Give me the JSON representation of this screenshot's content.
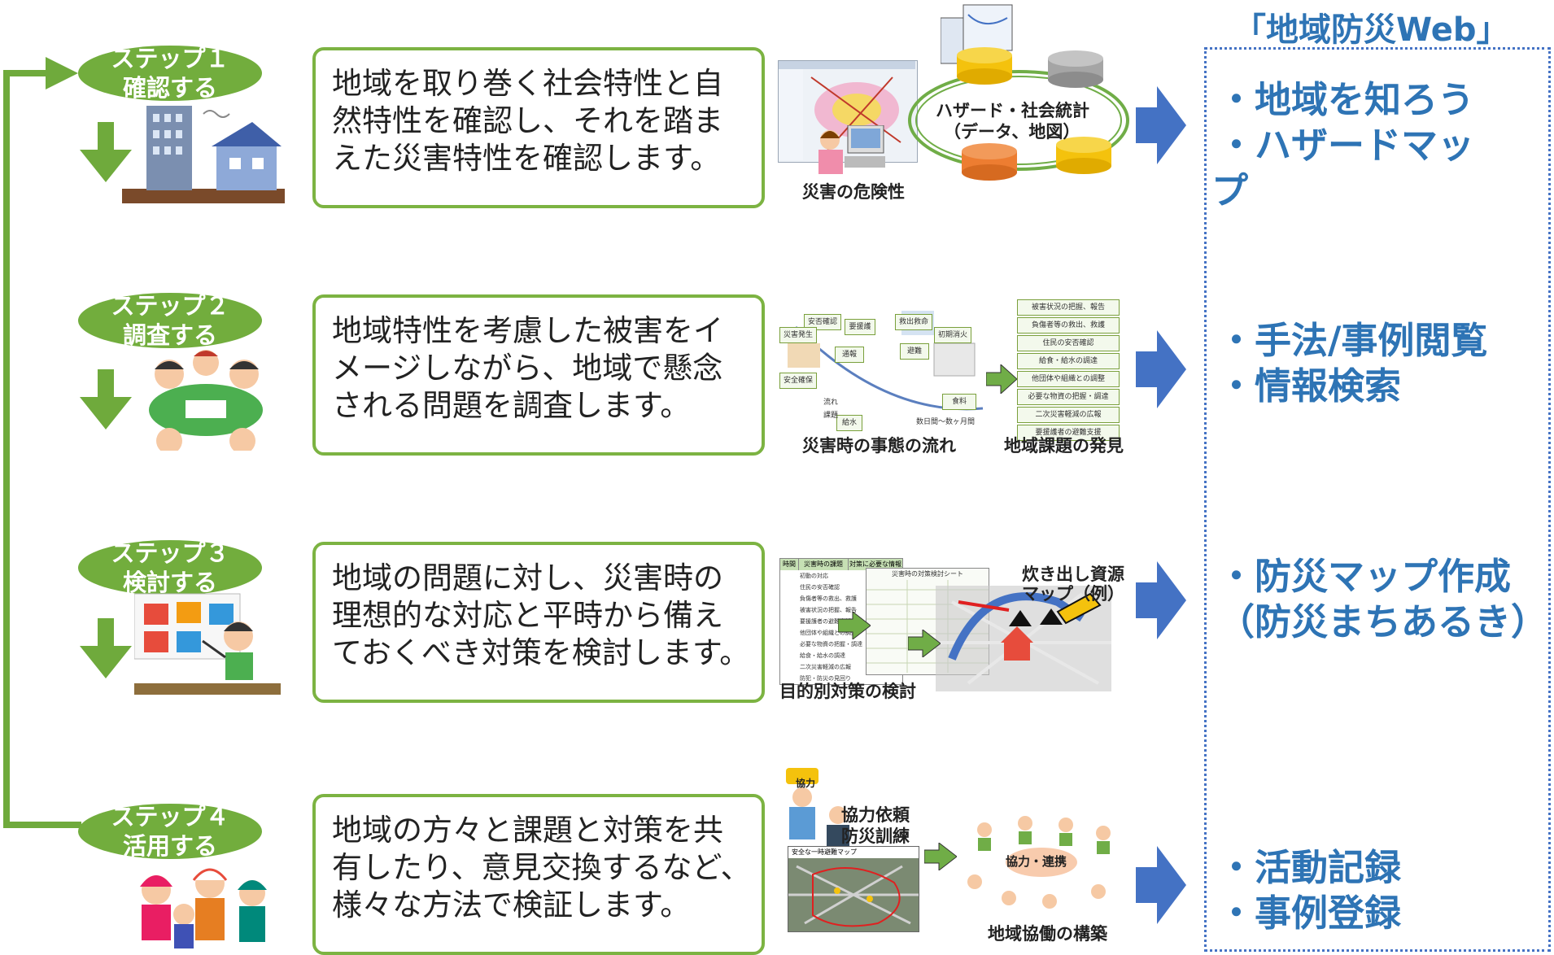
{
  "steps": [
    {
      "badge_line1": "ステップ１",
      "badge_line2": "確認する",
      "desc": [
        "地域を取り巻く社会特性と自",
        "然特性を確認し、それを踏ま",
        "えた災害特性を確認します。"
      ],
      "captions": [
        "ハザード・社会統計",
        "（データ、地図）",
        "災害の危険性"
      ],
      "web_items": [
        "・地域を知ろう",
        "・ハザードマッ",
        "プ"
      ]
    },
    {
      "badge_line1": "ステップ２",
      "badge_line2": "調査する",
      "desc": [
        "地域特性を考慮した被害をイ",
        "メージしながら、地域で懸念",
        "される問題を調査します。"
      ],
      "captions": [
        "災害時の事態の流れ",
        "地域課題の発見"
      ],
      "flow_labels": [
        "安否確認",
        "災害発生",
        "要援護",
        "救出救命",
        "避難",
        "初期消火",
        "通報",
        "安全確保",
        "給水",
        "食料",
        "流れ",
        "課題",
        "数日間～数ヶ月間"
      ],
      "issue_list": [
        "被害状況の把握、報告",
        "負傷者等の救出、救護",
        "住民の安否確認",
        "給食・給水の調達",
        "他団体や組織との調整",
        "必要な物資の把握・調達",
        "二次災害軽減の広報",
        "要援護者の避難支援"
      ],
      "web_items": [
        "・手法/事例閲覧",
        "・情報検索"
      ]
    },
    {
      "badge_line1": "ステップ３",
      "badge_line2": "検討する",
      "desc": [
        "地域の問題に対し、災害時の",
        "理想的な対応と平時から備え",
        "ておくべき対策を検討します。"
      ],
      "captions": [
        "炊き出し資源",
        "マップ（例）",
        "目的別対策の検討"
      ],
      "table_headers": [
        "時間",
        "災害時の課題",
        "対策に必要な情報"
      ],
      "table_rows": [
        "初動の対応",
        "住民の安否確認",
        "負傷者等の救出、救護",
        "被害状況の把握、報告",
        "要援護者の避難支援",
        "他団体や組織との調整",
        "必要な物資の把握・調達",
        "給食・給水の調達",
        "二次災害軽減の広報",
        "防犯・防災の見回り"
      ],
      "sheet_title": "災害時の対策検討シート",
      "web_items": [
        "・防災マップ作成",
        "（防災まちあるき）"
      ]
    },
    {
      "badge_line1": "ステップ４",
      "badge_line2": "活用する",
      "desc": [
        "地域の方々と課題と対策を共",
        "有したり、意見交換するなど、",
        "様々な方法で検証します。"
      ],
      "captions": [
        "協力",
        "協力依頼",
        "防災訓練",
        "協力・連携",
        "地域協働の構築"
      ],
      "map_title": "安全な一時避難マップ",
      "web_items": [
        "・活動記録",
        "・事例登録"
      ]
    }
  ],
  "web": {
    "title": "「地域防災Web」"
  },
  "colors": {
    "green": "#72ad3d",
    "box_border": "#7cb342",
    "blue": "#4472c4",
    "web_text": "#2e74b5"
  }
}
